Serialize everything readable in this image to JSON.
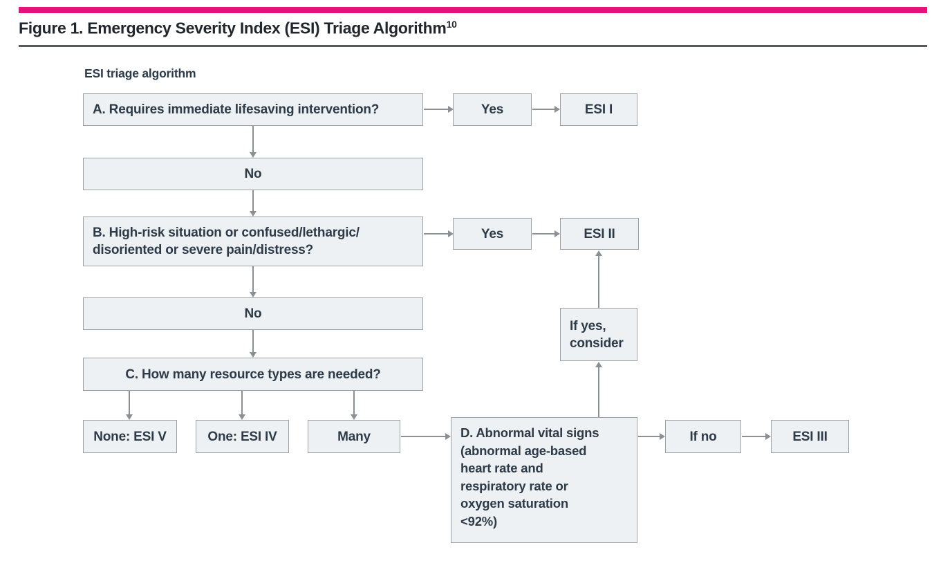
{
  "colors": {
    "accent_bar": "#e6127c",
    "box_fill": "#eef1f4",
    "box_border": "#9aa0a6",
    "box_text": "#2d3a48",
    "arrow": "#8b9095"
  },
  "header": {
    "figure_title": "Figure 1. Emergency Severity Index (ESI) Triage Algorithm",
    "figure_title_superscript": "10"
  },
  "flowchart": {
    "label": "ESI triage algorithm",
    "nodes": {
      "a": "A. Requires immediate lifesaving intervention?",
      "yes1": "Yes",
      "esi1": "ESI I",
      "no1": "No",
      "b": "B. High-risk situation or confused/lethargic/\ndisoriented or severe pain/distress?",
      "yes2": "Yes",
      "esi2": "ESI II",
      "no2": "No",
      "c": "C. How many resource types are needed?",
      "none_esi5": "None: ESI V",
      "one_esi4": "One: ESI IV",
      "many": "Many",
      "d": "D. Abnormal vital signs\n(abnormal age-based\nheart rate and\nrespiratory rate or\noxygen saturation\n<92%)",
      "if_yes": "If yes,\nconsider",
      "if_no": "If no",
      "esi3": "ESI III"
    }
  }
}
